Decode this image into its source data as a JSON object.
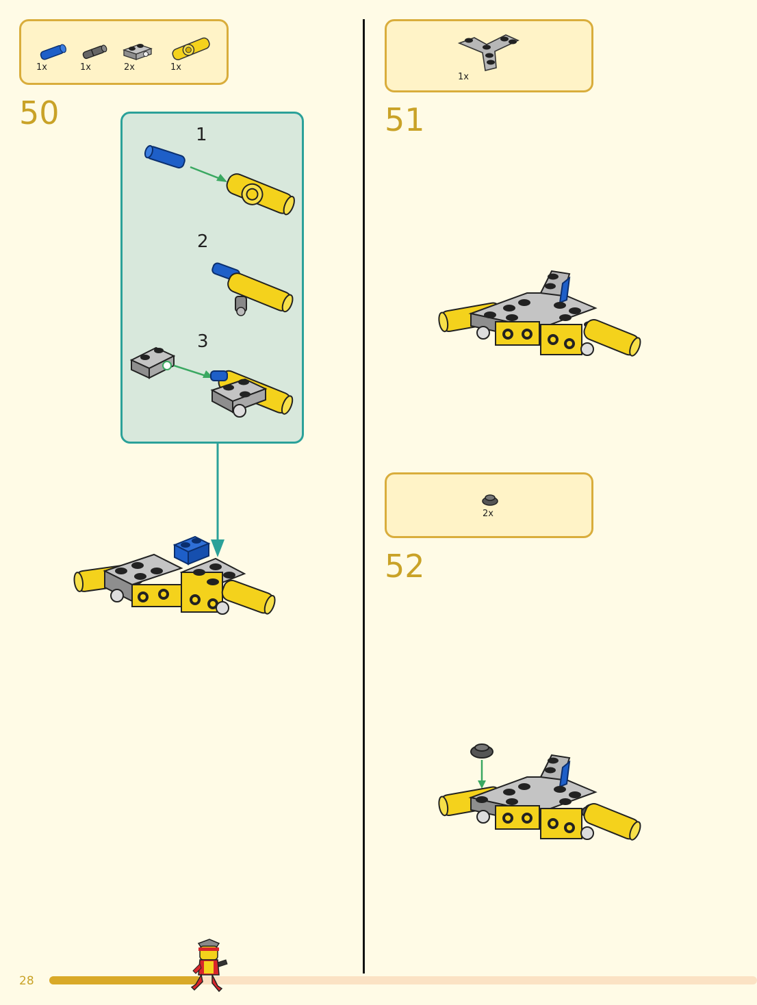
{
  "page": {
    "number": "28",
    "progress_fraction": 0.215
  },
  "step50": {
    "number": "50",
    "parts": [
      {
        "qty": "1x",
        "icon": "blue-axle-pin-icon",
        "color": "#1e5fc8"
      },
      {
        "qty": "1x",
        "icon": "dark-gray-pin-icon",
        "color": "#555555"
      },
      {
        "qty": "2x",
        "icon": "gray-plate-with-hole-icon",
        "color": "#9a9a9a"
      },
      {
        "qty": "1x",
        "icon": "yellow-axle-connector-icon",
        "color": "#f4d21c"
      }
    ],
    "substeps": [
      "1",
      "2",
      "3"
    ]
  },
  "step51": {
    "number": "51",
    "parts": [
      {
        "qty": "1x",
        "icon": "gray-triangular-plate-icon",
        "color": "#a0a0a0"
      }
    ]
  },
  "step52": {
    "number": "52",
    "parts": [
      {
        "qty": "2x",
        "icon": "dark-round-tile-icon",
        "color": "#555555"
      }
    ]
  },
  "colors": {
    "background": "#fffbe6",
    "parts_box_fill": "#fff3c7",
    "parts_box_border": "#d9ad3c",
    "step_number": "#c9a227",
    "callout_fill": "#d8e8dc",
    "callout_border": "#2ba199",
    "arrow_green": "#3aa861",
    "lego_yellow": "#f4d21c",
    "lego_gray": "#a0a0a0",
    "lego_blue": "#1e5fc8",
    "progress_fill": "#d9a928",
    "progress_track": "#fbe2c4"
  }
}
